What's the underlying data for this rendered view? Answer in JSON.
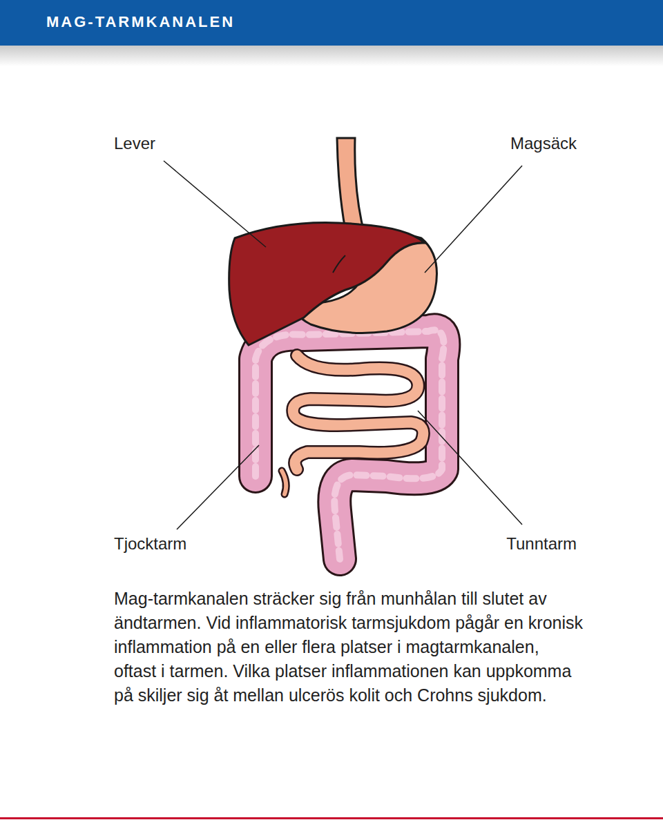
{
  "diagram": {
    "title": "MAG-TARMKANALEN",
    "caption": "Mag-tarmkanalen sträcker sig från munhålan till slutet av ändtarmen. Vid inflammatorisk tarmsjukdom pågår en kronisk inflammation på en eller flera platser i magtarmkanalen, oftast i tarmen. Vilka platser inflammationen kan uppkomma på skiljer sig åt mellan ulcerös kolit och Crohns sjukdom.",
    "labels": [
      "Lever",
      "Magsäck",
      "Tjocktarm",
      "Tunntarm"
    ]
  }
}
